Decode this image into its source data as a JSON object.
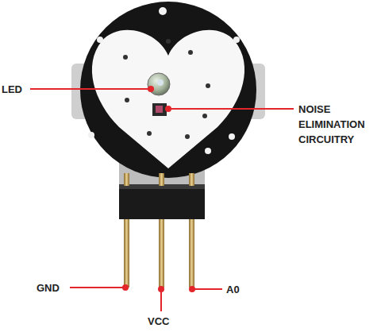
{
  "diagram": {
    "labels": [
      "LED",
      "NOISE ELIMINATION CIRCUITRY",
      "GND",
      "VCC",
      "A0"
    ]
  }
}
